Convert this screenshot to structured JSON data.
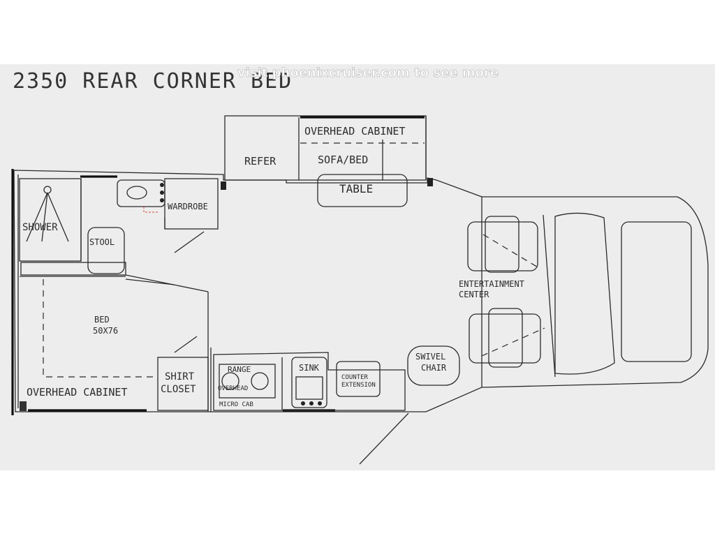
{
  "title": "2350 REAR CORNER BED",
  "watermark": "visit phoenixcruiser.com to see more",
  "labels": {
    "overhead_cabinet_top": "OVERHEAD CABINET",
    "refer": "REFER",
    "sofa_bed": "SOFA/BED",
    "table": "TABLE",
    "wardrobe": "WARDROBE",
    "shower": "SHOWER",
    "stool": "STOOL",
    "bed": "BED",
    "bed_size": "50X76",
    "overhead_cabinet_bottom": "OVERHEAD CABINET",
    "shirt_closet_1": "SHIRT",
    "shirt_closet_2": "CLOSET",
    "range": "RANGE",
    "overhead": "OVERHEAD",
    "micro_cab": "MICRO CAB",
    "sink": "SINK",
    "counter_1": "COUNTER",
    "counter_2": "EXTENSION",
    "swivel_1": "SWIVEL",
    "swivel_2": "CHAIR",
    "entertainment_1": "ENTERTAINMENT",
    "entertainment_2": "CENTER"
  }
}
